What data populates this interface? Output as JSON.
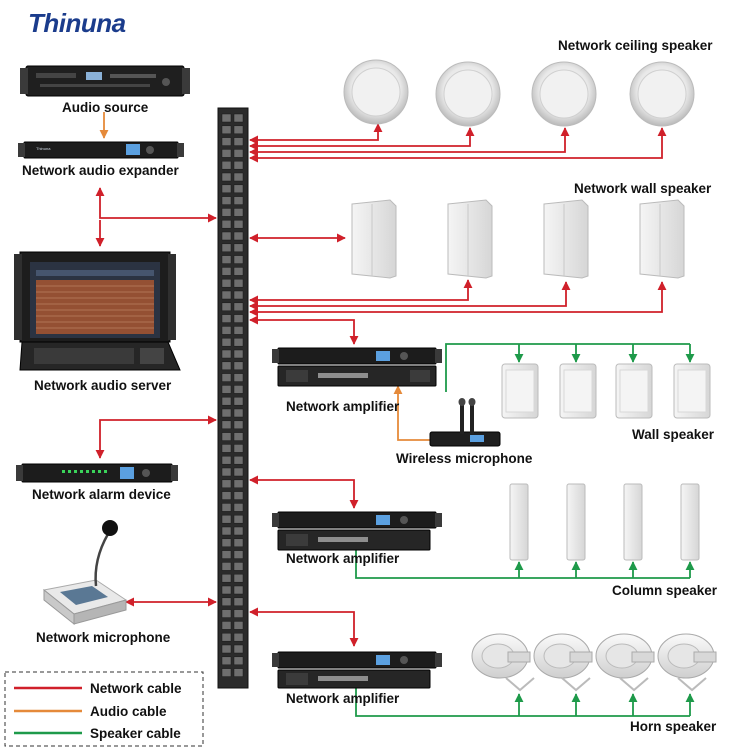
{
  "brand": "Thinuna",
  "labels": {
    "audio_source": "Audio source",
    "network_audio_expander": "Network audio expander",
    "network_audio_server": "Network audio server",
    "network_alarm_device": "Network alarm device",
    "network_microphone": "Network microphone",
    "network_ceiling_speaker": "Network ceiling speaker",
    "network_wall_speaker": "Network wall speaker",
    "network_amplifier_1": "Network amplifier",
    "network_amplifier_2": "Network amplifier",
    "network_amplifier_3": "Network amplifier",
    "wireless_microphone": "Wireless microphone",
    "wall_speaker": "Wall speaker",
    "column_speaker": "Column speaker",
    "horn_speaker": "Horn speaker"
  },
  "legend": {
    "items": [
      {
        "label": "Network cable",
        "color": "#d0202a"
      },
      {
        "label": "Audio cable",
        "color": "#e58a3a"
      },
      {
        "label": "Speaker cable",
        "color": "#1e9a4a"
      }
    ]
  },
  "colors": {
    "network": "#d0202a",
    "audio": "#e58a3a",
    "speaker": "#1e9a4a",
    "brand": "#1b3c8c"
  }
}
